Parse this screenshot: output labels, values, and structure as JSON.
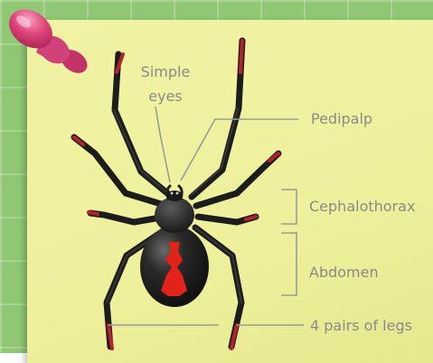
{
  "labels": {
    "simple_eyes_line1": "Simple",
    "simple_eyes_line2": "eyes",
    "pedipalp": "Pedipalp",
    "cephalothorax": "Cephalothorax",
    "abdomen": "Abdomen",
    "legs": "4 pairs of legs"
  },
  "colors": {
    "note": "#eef09c",
    "background": "#8fc774",
    "pin": "#e0457a",
    "spider": "#1c1c1c",
    "hourglass": "#e2231a",
    "leg_tip": "#b3232f",
    "label_text": "#8a8a8a",
    "leader_line": "#9a9a9a"
  }
}
